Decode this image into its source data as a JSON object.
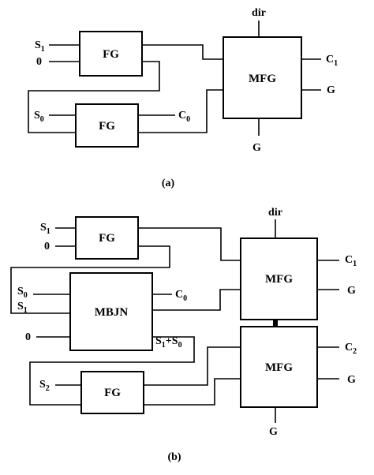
{
  "panel_a": {
    "caption": "(a)",
    "fg_top": {
      "label": "FG",
      "in1_label": "S",
      "in1_sub": "1",
      "in2_label": "0"
    },
    "fg_bottom": {
      "label": "FG",
      "in1_label": "S",
      "in1_sub": "0",
      "out_label": "C",
      "out_sub": "0"
    },
    "mfg": {
      "label": "MFG",
      "top_label": "dir",
      "out1_label": "C",
      "out1_sub": "1",
      "out2_label": "G",
      "bottom_label": "G"
    }
  },
  "panel_b": {
    "caption": "(b)",
    "fg_top": {
      "label": "FG",
      "in1_label": "S",
      "in1_sub": "1",
      "in2_label": "0"
    },
    "mbjn": {
      "label": "MBJN",
      "in1_label": "S",
      "in1_sub": "0",
      "in2_label": "S",
      "in2_sub": "1",
      "in3_label": "0",
      "out1_label": "C",
      "out1_sub": "0",
      "out2_a": "S",
      "out2_a_sub": "1",
      "out2_plus": "+S",
      "out2_b_sub": "0"
    },
    "fg_bottom": {
      "label": "FG",
      "in1_label": "S",
      "in1_sub": "2"
    },
    "mfg_top": {
      "label": "MFG",
      "top_label": "dir",
      "out1_label": "C",
      "out1_sub": "1",
      "out2_label": "G"
    },
    "mfg_bottom": {
      "label": "MFG",
      "out1_label": "C",
      "out1_sub": "2",
      "out2_label": "G",
      "bottom_label": "G"
    }
  }
}
